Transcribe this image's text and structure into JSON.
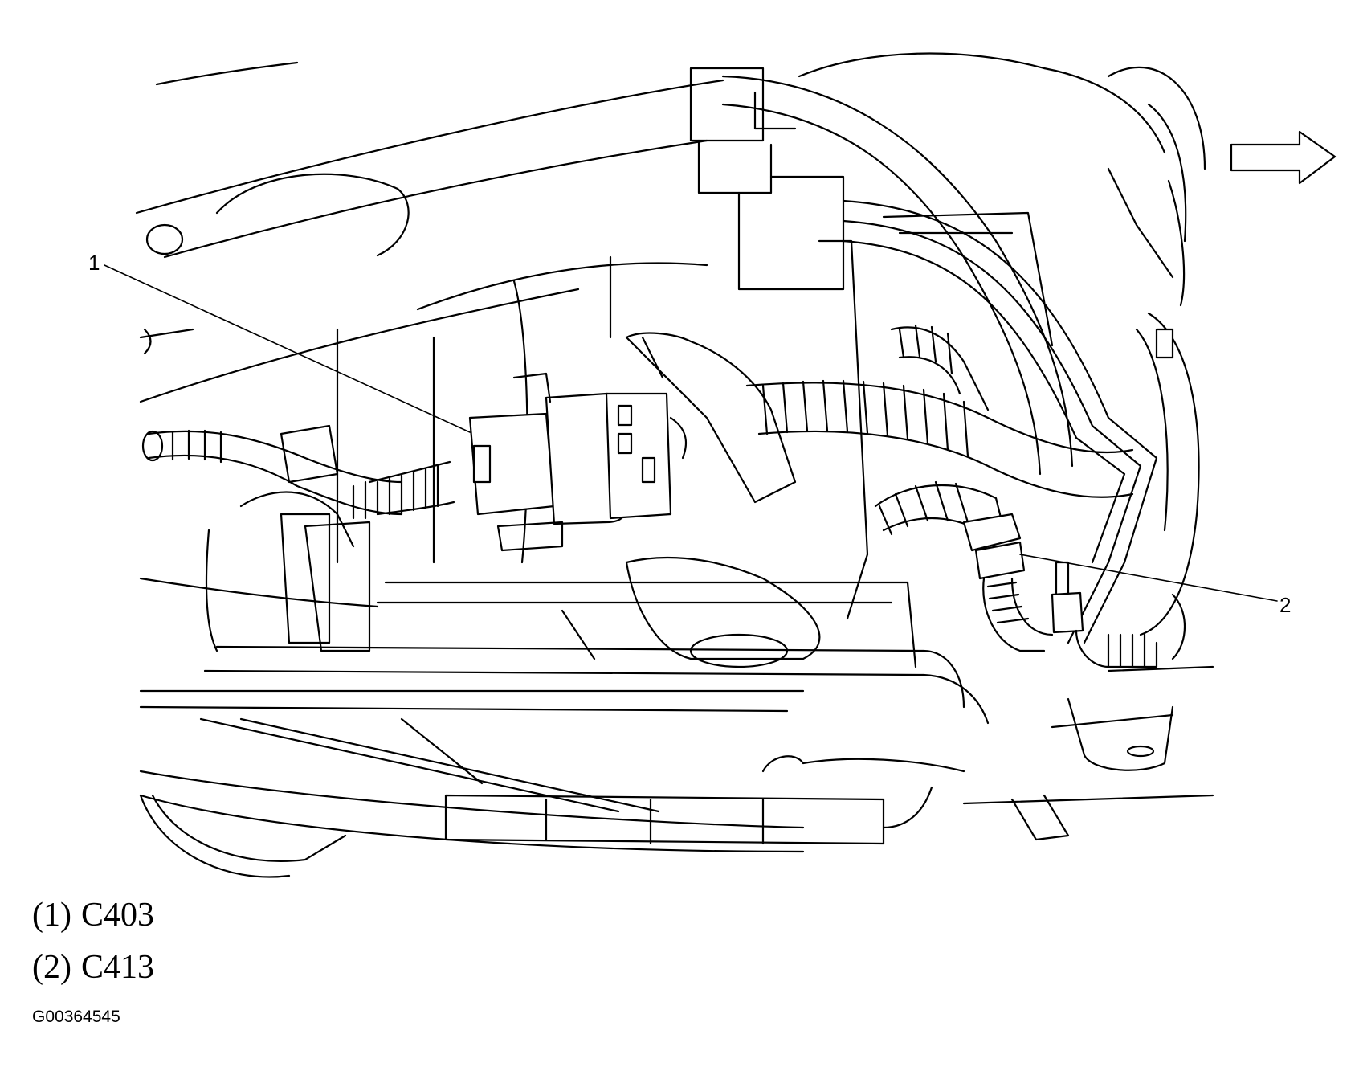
{
  "callouts": [
    {
      "number": "1"
    },
    {
      "number": "2"
    }
  ],
  "legend": [
    {
      "key": "(1)",
      "label": "C403"
    },
    {
      "key": "(2)",
      "label": "C413"
    }
  ],
  "figure_id": "G00364545",
  "icons": {
    "direction_arrow": "right-arrow-icon"
  }
}
